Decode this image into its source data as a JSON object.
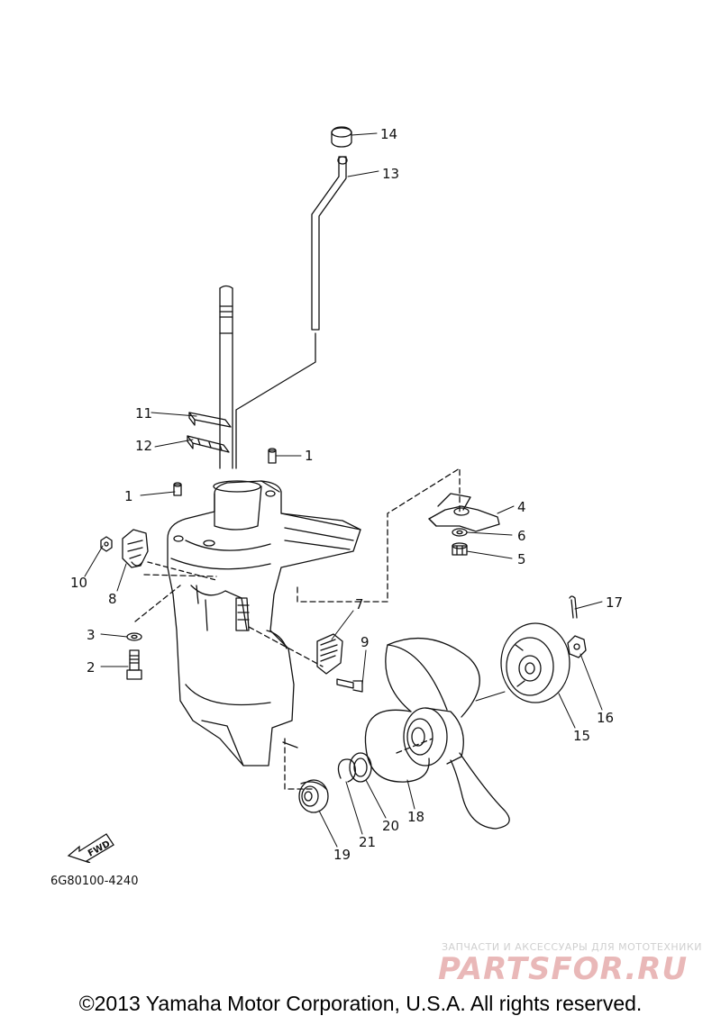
{
  "diagram": {
    "callouts": {
      "c1a": "1",
      "c1b": "1",
      "c2": "2",
      "c3": "3",
      "c4": "4",
      "c5": "5",
      "c6": "6",
      "c7": "7",
      "c8": "8",
      "c9": "9",
      "c10": "10",
      "c11": "11",
      "c12": "12",
      "c13": "13",
      "c14": "14",
      "c15": "15",
      "c16": "16",
      "c17": "17",
      "c18": "18",
      "c19": "19",
      "c20": "20",
      "c21": "21"
    },
    "diagram_code": "6G80100-4240",
    "fwd_label": "FWD"
  },
  "watermark": {
    "tagline": "ЗАПЧАСТИ И АКСЕССУАРЫ ДЛЯ МОТОТЕХНИКИ",
    "brand": "PARTSFOR.RU"
  },
  "footer": {
    "copyright": "©2013 Yamaha Motor Corporation, U.S.A. All rights reserved."
  }
}
